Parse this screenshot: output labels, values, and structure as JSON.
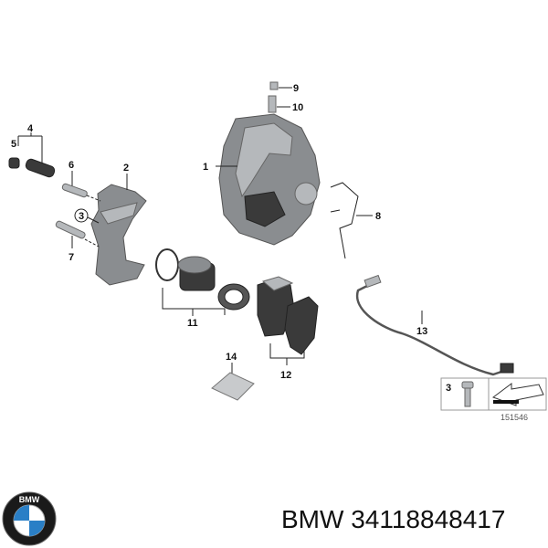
{
  "diagram": {
    "labels": {
      "l1": "1",
      "l2": "2",
      "l3": "3",
      "l4": "4",
      "l5": "5",
      "l6": "6",
      "l7": "7",
      "l8": "8",
      "l9": "9",
      "l10": "10",
      "l11": "11",
      "l12": "12",
      "l13": "13",
      "l14": "14"
    },
    "inset": {
      "label": "3",
      "reference": "151546"
    }
  },
  "footer": {
    "brand_logo_text": "BMW",
    "part_number": "BMW 34118848417"
  }
}
